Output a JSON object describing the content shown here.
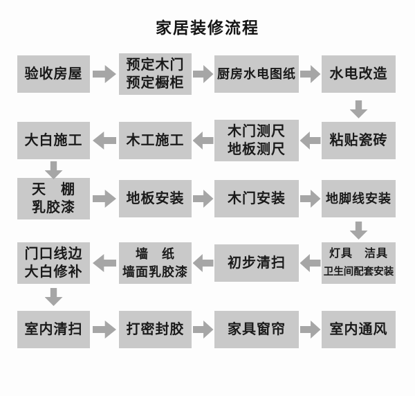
{
  "title": "家居装修流程",
  "colors": {
    "background": "#fdfdfd",
    "box_bg": "#c9c9c9",
    "arrow": "#a6a6a6",
    "text": "#1a1a1a"
  },
  "flow": {
    "rows": [
      {
        "direction": "right",
        "steps": [
          {
            "lines": [
              "验收房屋"
            ]
          },
          {
            "lines": [
              "预定木门",
              "预定橱柜"
            ]
          },
          {
            "lines": [
              "厨房水电图纸"
            ]
          },
          {
            "lines": [
              "水电改造"
            ]
          }
        ]
      },
      {
        "direction": "left",
        "steps": [
          {
            "lines": [
              "大白施工"
            ]
          },
          {
            "lines": [
              "木工施工"
            ]
          },
          {
            "lines": [
              "木门测尺",
              "地板测尺"
            ]
          },
          {
            "lines": [
              "粘贴瓷砖"
            ]
          }
        ]
      },
      {
        "direction": "right",
        "steps": [
          {
            "lines": [
              "天　棚",
              "乳胶漆"
            ]
          },
          {
            "lines": [
              "地板安装"
            ]
          },
          {
            "lines": [
              "木门安装"
            ]
          },
          {
            "lines": [
              "地脚线安装"
            ]
          }
        ]
      },
      {
        "direction": "left",
        "steps": [
          {
            "lines": [
              "门口线边",
              "大白修补"
            ]
          },
          {
            "lines": [
              "墙　纸",
              "墙面乳胶漆"
            ]
          },
          {
            "lines": [
              "初步清扫"
            ]
          },
          {
            "lines": [
              "灯具　洁具",
              "卫生间配套安装"
            ]
          }
        ]
      },
      {
        "direction": "right",
        "steps": [
          {
            "lines": [
              "室内清扫"
            ]
          },
          {
            "lines": [
              "打密封胶"
            ]
          },
          {
            "lines": [
              "家具窗帘"
            ]
          },
          {
            "lines": [
              "室内通风"
            ]
          }
        ]
      }
    ],
    "vertical_connectors": [
      {
        "after_row": 1,
        "column": 4,
        "direction": "down"
      },
      {
        "after_row": 2,
        "column": 1,
        "direction": "down"
      },
      {
        "after_row": 3,
        "column": 4,
        "direction": "down"
      },
      {
        "after_row": 4,
        "column": 1,
        "direction": "down"
      }
    ]
  }
}
